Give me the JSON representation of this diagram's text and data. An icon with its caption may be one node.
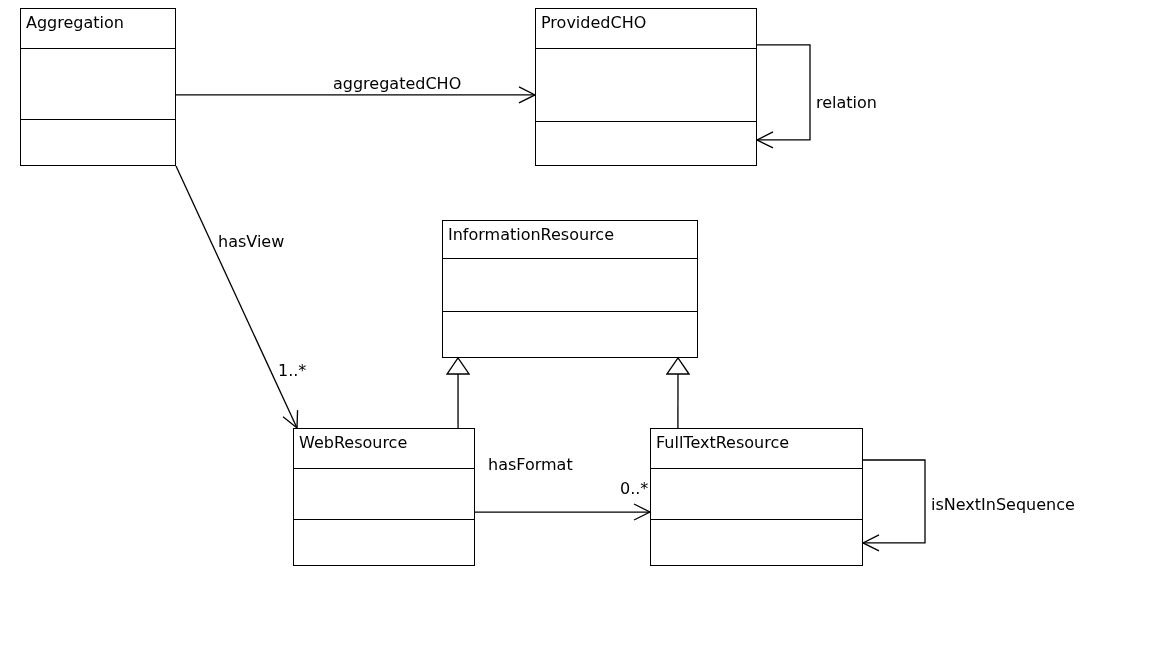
{
  "diagram": {
    "nodes": [
      {
        "text": [
          "Aggregation"
        ]
      },
      {
        "text": [
          "ProvidedCHO"
        ]
      },
      {
        "text": [
          "InformationResource"
        ]
      },
      {
        "text": [
          "WebResource"
        ]
      },
      {
        "text": [
          "FullTextResource"
        ]
      }
    ],
    "edges": [
      {
        "from": 0,
        "to": 1,
        "arrow": "to",
        "label": "aggregatedCHO"
      },
      {
        "from": 1,
        "to": 1,
        "arrow": "to",
        "label": "relation"
      },
      {
        "from": 0,
        "to": 3,
        "arrow": "to",
        "label": "hasView"
      },
      {
        "from": 3,
        "to": 2,
        "arrow": "to"
      },
      {
        "from": 4,
        "to": 2,
        "arrow": "to"
      },
      {
        "from": 3,
        "to": 4,
        "arrow": "to",
        "label": "hasFormat"
      },
      {
        "from": 4,
        "to": 4,
        "arrow": "to",
        "label": "isNextInSequence"
      }
    ],
    "labels": [
      "1..*",
      "0..*"
    ]
  }
}
